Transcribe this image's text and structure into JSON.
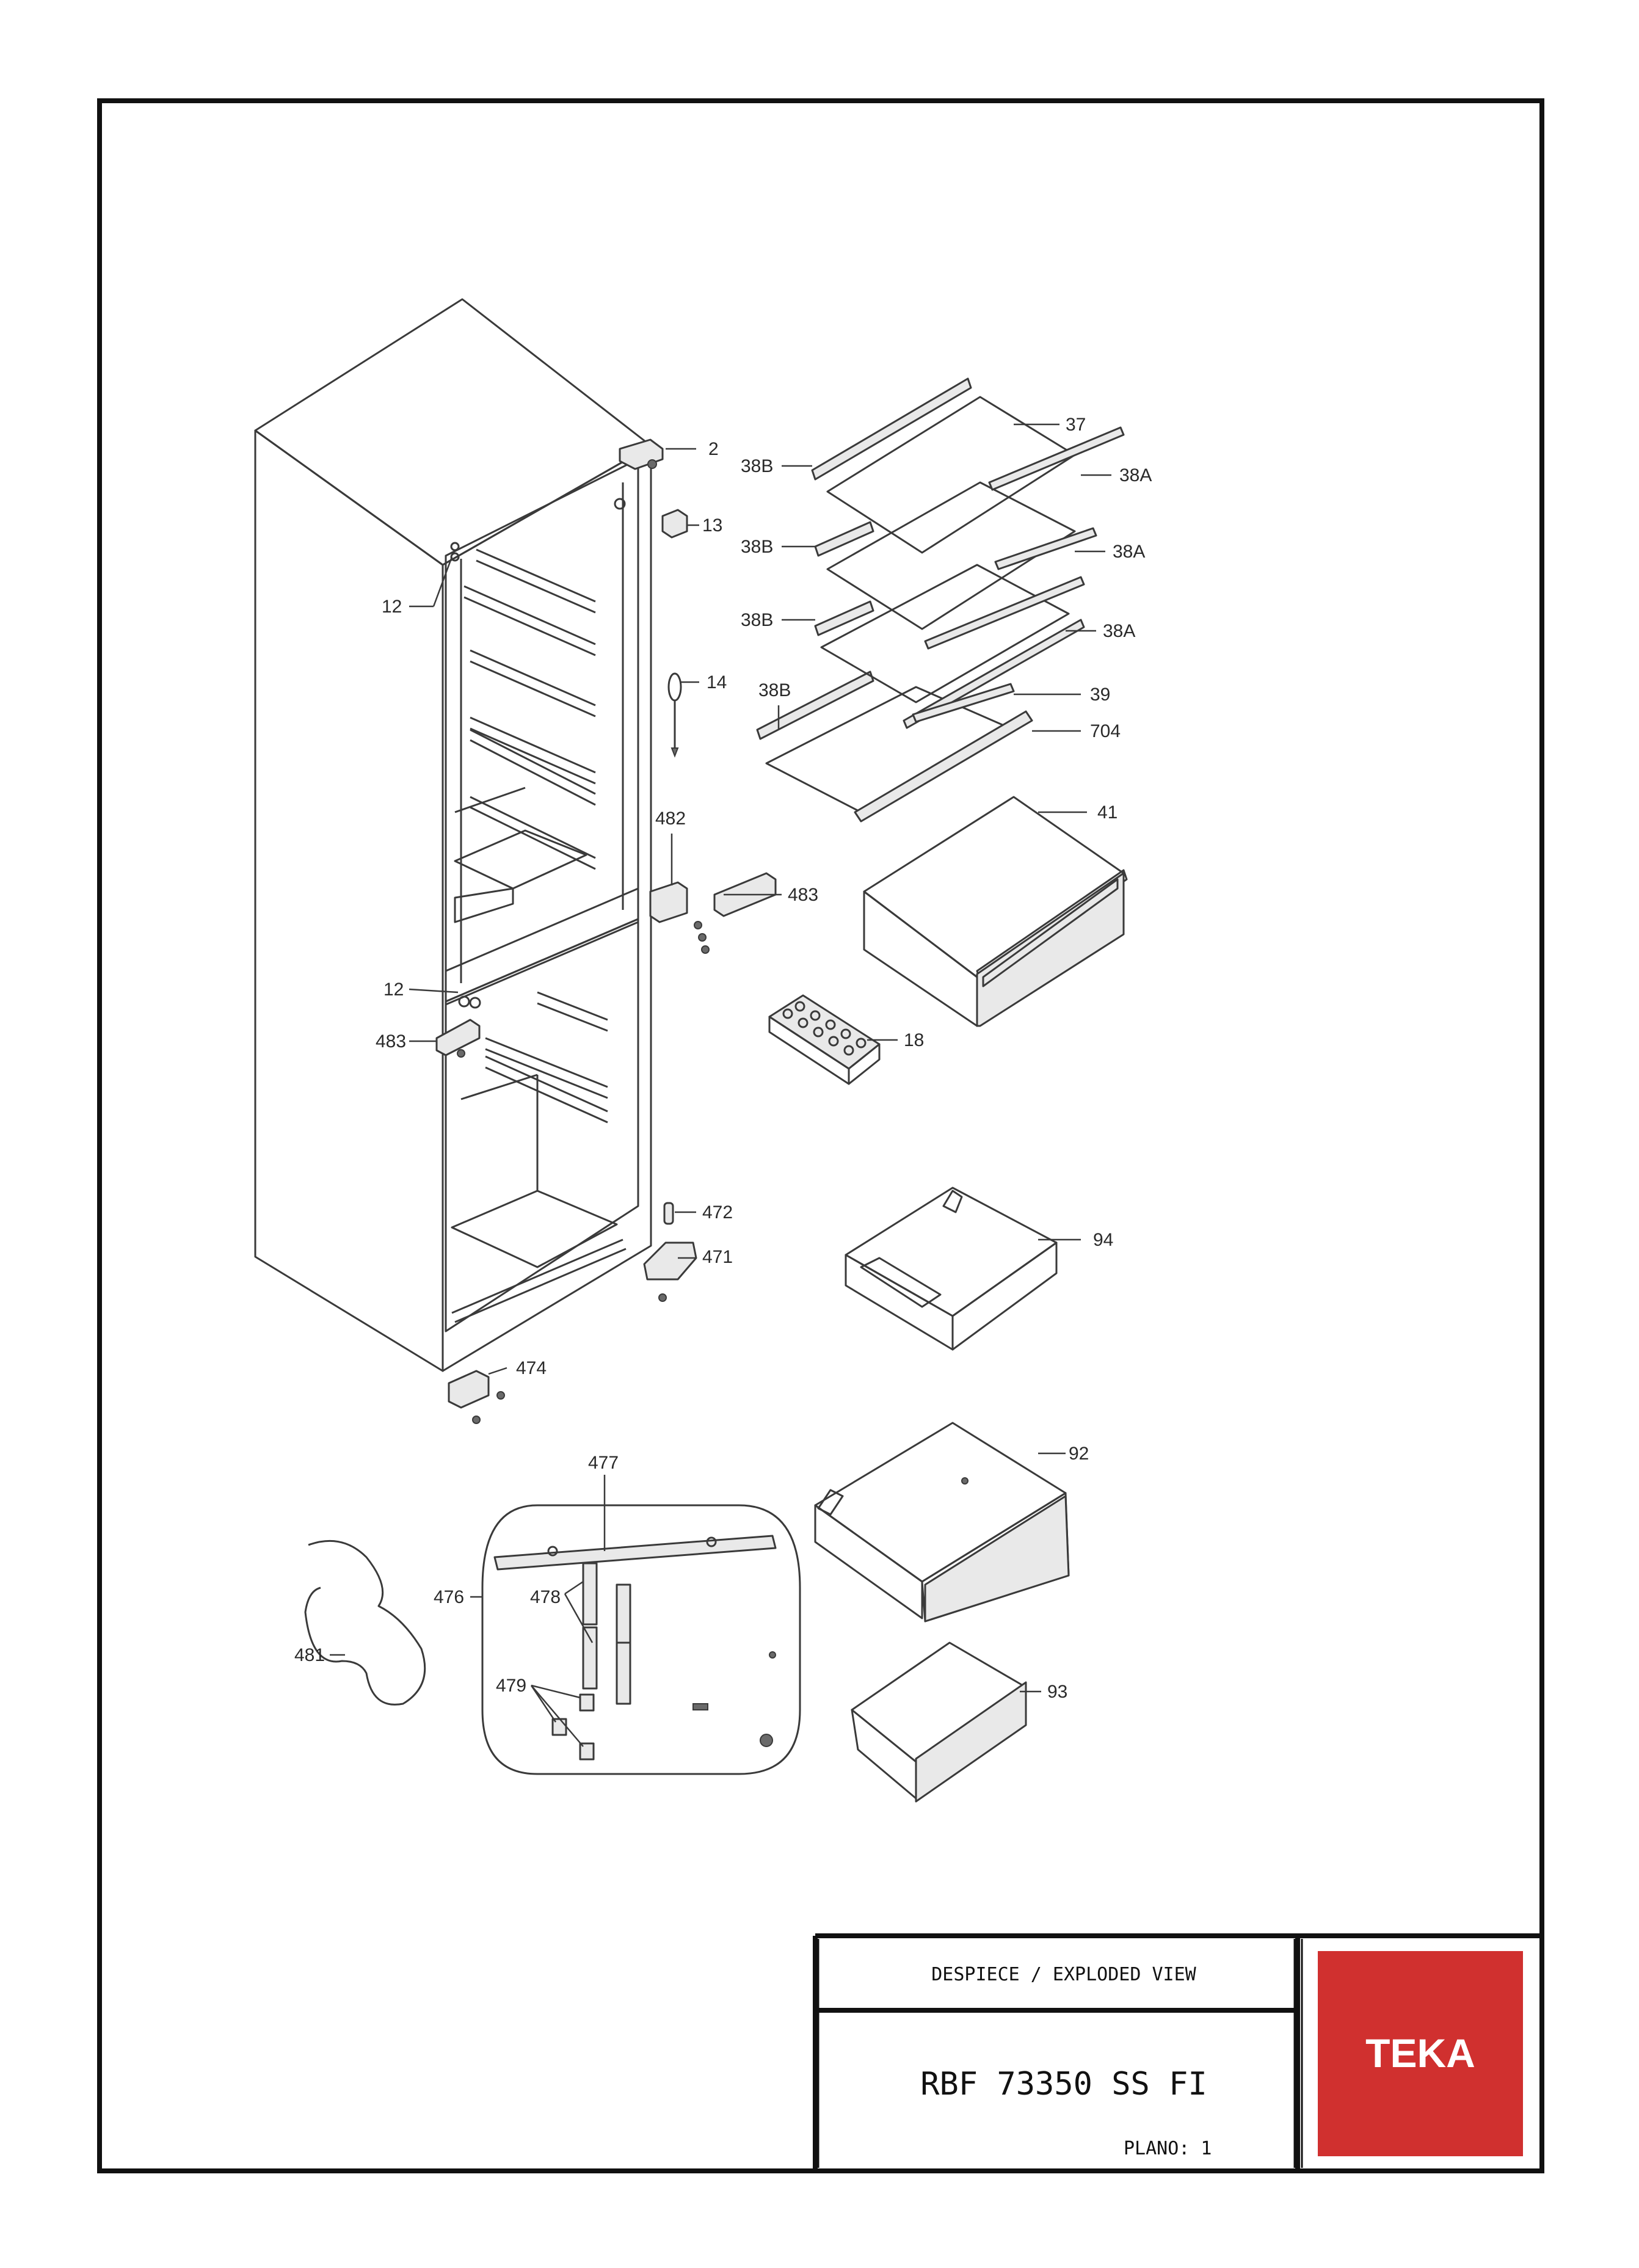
{
  "title_block": {
    "heading": "DESPIECE / EXPLODED VIEW",
    "model": "RBF 73350 SS FI",
    "sheet": "PLANO: 1"
  },
  "logo": {
    "text": "TEKA",
    "color": "#d0302f"
  },
  "callouts": {
    "c2": "2",
    "c37": "37",
    "c38B_1": "38B",
    "c38A_1": "38A",
    "c13": "13",
    "c38B_2": "38B",
    "c38A_2": "38A",
    "c12_top": "12",
    "c38B_3": "38B",
    "c38A_3": "38A",
    "c14": "14",
    "c38B_4": "38B",
    "c39": "39",
    "c704": "704",
    "c482": "482",
    "c41": "41",
    "c483_right": "483",
    "c12_mid": "12",
    "c483_left": "483",
    "c18": "18",
    "c472": "472",
    "c94": "94",
    "c471": "471",
    "c474": "474",
    "c92": "92",
    "c477": "477",
    "c476": "476",
    "c478": "478",
    "c481": "481",
    "c479": "479",
    "c93": "93"
  }
}
